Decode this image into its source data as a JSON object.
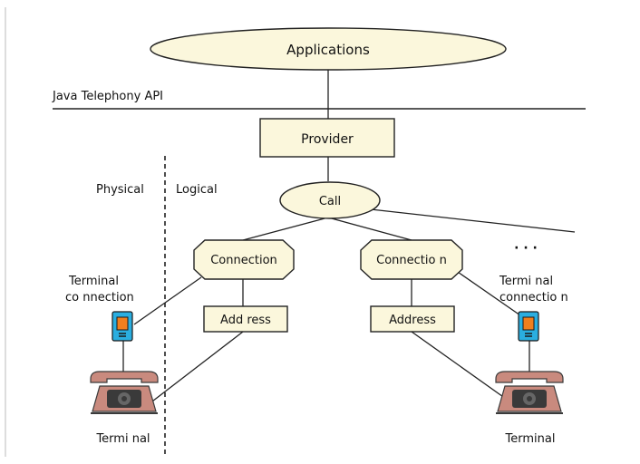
{
  "applications_label": "Applications",
  "api_label": "Java Telephony API",
  "provider_label": "Provider",
  "physical_label": "Physical",
  "logical_label": "Logical",
  "call_label": "Call",
  "ellipsis_label": "· · ·",
  "connection_left_label": "Connection",
  "connection_right_label": "Connectio n",
  "address_left_label": "Add ress",
  "address_right_label": "Address",
  "terminal_connection_left": {
    "line1": "Terminal",
    "line2": "co nnection"
  },
  "terminal_connection_right": {
    "line1": "Termi nal",
    "line2": "connectio n"
  },
  "terminal_left_label": "Termi nal",
  "terminal_right_label": "Terminal",
  "colors": {
    "shape_fill": "#fbf7dc",
    "outline": "#222222",
    "device_blue": "#2aaee0",
    "device_orange": "#f07f1e",
    "phone_body": "#c98a7e",
    "phone_dark": "#3a3a3a"
  },
  "icons": {
    "terminal_connection": "mobile-device-icon",
    "terminal": "desk-telephone-icon"
  }
}
